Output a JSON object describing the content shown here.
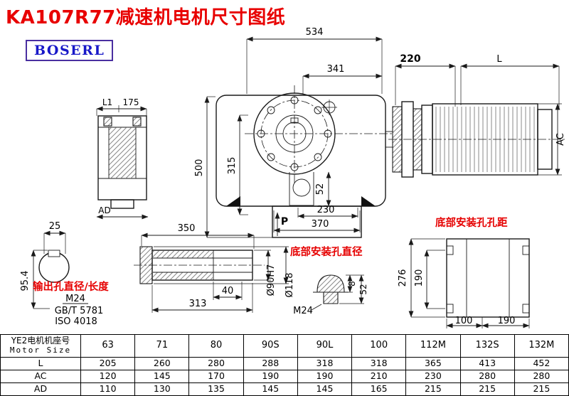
{
  "title": "KA107R77减速机电机尺寸图纸",
  "brand": "BOSERL",
  "colors": {
    "title_red": "#e80000",
    "annotation_red": "#e60000",
    "brand_blue": "#1818c8",
    "brand_border": "#4a2fa0",
    "line_black": "#1a1a1a"
  },
  "main_view": {
    "dim_534": "534",
    "dim_341": "341",
    "dim_500": "500",
    "dim_315": "315",
    "dim_52": "52",
    "dim_230": "230",
    "dim_370": "370",
    "label_p": "P"
  },
  "motor_view": {
    "dim_220": "220",
    "dim_l": "L",
    "dim_ac": "AC"
  },
  "side_view": {
    "dim_l1": "L1",
    "dim_175": "175",
    "dim_ad": "AD"
  },
  "shaft_section": {
    "dim_25": "25",
    "dim_95_4": "95.4",
    "note": "输出孔直径/长度",
    "thread": "M24",
    "standard_gb": "GB/T 5781",
    "standard_iso": "ISO 4018"
  },
  "shaft_side": {
    "dim_350": "350",
    "dim_40": "40",
    "dim_313": "313",
    "dim_bore": "Ø90H7",
    "dim_outer": "Ø118"
  },
  "bolt_detail": {
    "note": "底部安装孔直径",
    "dim_8": "8",
    "dim_52": "52",
    "thread": "M24"
  },
  "base_view": {
    "note": "底部安装孔孔距",
    "dim_276": "276",
    "dim_190_side": "190",
    "dim_100": "100",
    "dim_190_bottom": "190"
  },
  "table": {
    "header_cn": "YE2电机机座号",
    "header_en": "Motor Size",
    "columns": [
      "63",
      "71",
      "80",
      "90S",
      "90L",
      "100",
      "112M",
      "132S",
      "132M"
    ],
    "rows": [
      {
        "label": "L",
        "values": [
          "205",
          "260",
          "280",
          "288",
          "318",
          "318",
          "365",
          "413",
          "452"
        ]
      },
      {
        "label": "AC",
        "values": [
          "120",
          "145",
          "170",
          "190",
          "190",
          "210",
          "230",
          "280",
          "280"
        ]
      },
      {
        "label": "AD",
        "values": [
          "110",
          "130",
          "135",
          "145",
          "145",
          "165",
          "215",
          "215",
          "215"
        ]
      }
    ]
  }
}
